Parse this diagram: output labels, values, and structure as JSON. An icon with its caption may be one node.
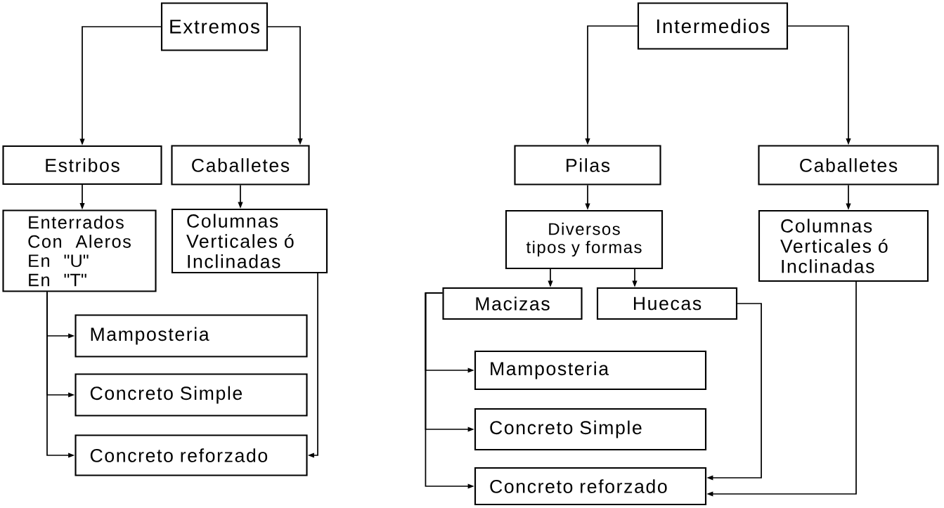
{
  "diagram": {
    "nodes": [
      {
        "text": [
          "Extremos"
        ]
      },
      {
        "text": [
          "Estribos"
        ]
      },
      {
        "text": [
          "Caballetes"
        ]
      },
      {
        "text": [
          "Enterrados",
          "Con Aleros",
          "En \"U\"",
          "En \"T\""
        ]
      },
      {
        "text": [
          "Columnas Verticales ó Inclinadas"
        ]
      },
      {
        "text": [
          "Mamposteria"
        ]
      },
      {
        "text": [
          "Concreto Simple"
        ]
      },
      {
        "text": [
          "Concreto reforzado"
        ]
      },
      {
        "text": [
          "Intermedios"
        ]
      },
      {
        "text": [
          "Pilas"
        ]
      },
      {
        "text": [
          "Caballetes"
        ]
      },
      {
        "text": [
          "Diversos tipos y formas"
        ]
      },
      {
        "text": [
          "Columnas Verticales ó Inclinadas"
        ]
      },
      {
        "text": [
          "Macizas"
        ]
      },
      {
        "text": [
          "Huecas"
        ]
      },
      {
        "text": [
          "Mamposteria"
        ]
      },
      {
        "text": [
          "Concreto Simple"
        ]
      },
      {
        "text": [
          "Concreto reforzado"
        ]
      }
    ],
    "edges": [
      {
        "from": 0,
        "to": 1,
        "arrow": "to"
      },
      {
        "from": 0,
        "to": 2,
        "arrow": "to"
      },
      {
        "from": 1,
        "to": 3,
        "arrow": "to"
      },
      {
        "from": 2,
        "to": 4,
        "arrow": "to"
      },
      {
        "from": 3,
        "to": 5,
        "arrow": "to"
      },
      {
        "from": 3,
        "to": 6,
        "arrow": "to"
      },
      {
        "from": 3,
        "to": 7,
        "arrow": "to"
      },
      {
        "from": 4,
        "to": 7,
        "arrow": "to"
      },
      {
        "from": 8,
        "to": 9,
        "arrow": "to"
      },
      {
        "from": 8,
        "to": 10,
        "arrow": "to"
      },
      {
        "from": 9,
        "to": 11,
        "arrow": "to"
      },
      {
        "from": 10,
        "to": 12,
        "arrow": "to"
      },
      {
        "from": 11,
        "to": 13,
        "arrow": "to"
      },
      {
        "from": 11,
        "to": 14,
        "arrow": "to"
      },
      {
        "from": 13,
        "to": 15,
        "arrow": "to"
      },
      {
        "from": 13,
        "to": 16,
        "arrow": "to"
      },
      {
        "from": 13,
        "to": 17,
        "arrow": "to"
      },
      {
        "from": 14,
        "to": 17,
        "arrow": "to"
      },
      {
        "from": 12,
        "to": 17,
        "arrow": "to"
      }
    ]
  }
}
